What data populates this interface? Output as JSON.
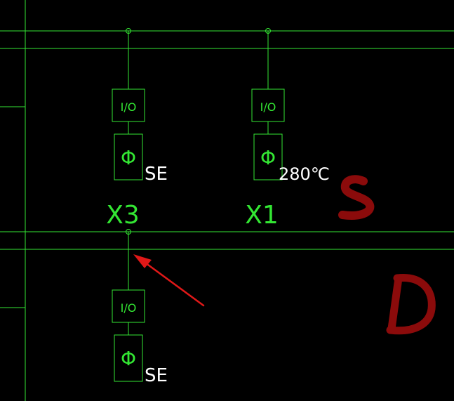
{
  "colors": {
    "background": "#000000",
    "line": "#33e633",
    "text_white": "#ffffff",
    "arrow_red": "#e01818",
    "handwriting_red": "#8b0b0b"
  },
  "diagram": {
    "upper_bus": {
      "nodes": [
        {
          "id": "X3",
          "label": "X3",
          "io_label": "I/O",
          "sensor_symbol": "Φ",
          "sensor_label": "SE"
        },
        {
          "id": "X1",
          "label": "X1",
          "io_label": "I/O",
          "sensor_symbol": "Φ",
          "sensor_label": "280℃"
        }
      ]
    },
    "lower_bus": {
      "nodes": [
        {
          "id": "lower",
          "io_label": "I/O",
          "sensor_symbol": "Φ",
          "sensor_label": "SE"
        }
      ]
    },
    "annotations": {
      "handwritten_top": "S",
      "handwritten_bottom": "D",
      "arrow": "red-arrow-pointing-to-junction"
    }
  }
}
